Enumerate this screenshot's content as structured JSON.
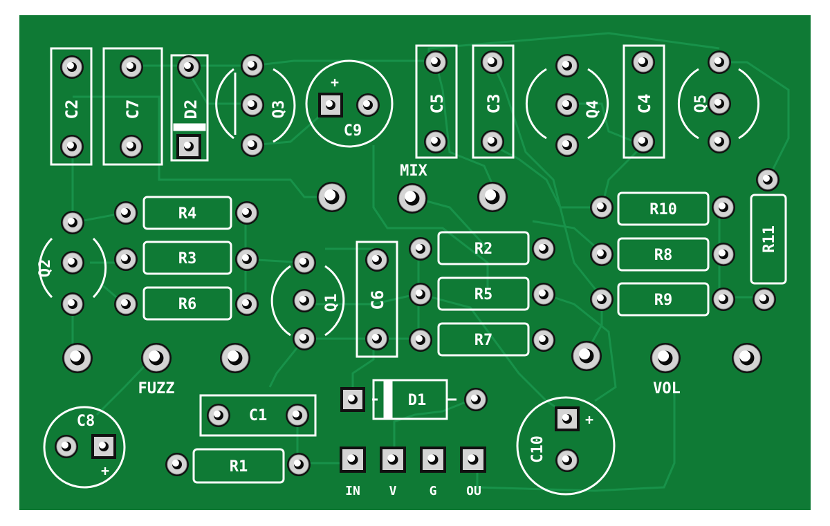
{
  "board": {
    "colors": {
      "substrate": "#0f7a35",
      "trace": "#18924a",
      "pad": "#d4d4d4",
      "pad_ring": "#9a9a9a",
      "hole": "#0a0a0a",
      "silkscreen": "#ffffff"
    },
    "components": {
      "c1": "C1",
      "c2": "C2",
      "c3": "C3",
      "c4": "C4",
      "c5": "C5",
      "c6": "C6",
      "c7": "C7",
      "c8": "C8",
      "c9": "C9",
      "c10": "C10",
      "r1": "R1",
      "r2": "R2",
      "r3": "R3",
      "r4": "R4",
      "r5": "R5",
      "r6": "R6",
      "r7": "R7",
      "r8": "R8",
      "r9": "R9",
      "r10": "R10",
      "r11": "R11",
      "q1": "Q1",
      "q2": "Q2",
      "q3": "Q3",
      "q4": "Q4",
      "q5": "Q5",
      "d1": "D1",
      "d2": "D2"
    },
    "controls": {
      "fuzz": "FUZZ",
      "mix": "MIX",
      "vol": "VOL"
    },
    "connector": {
      "in": "IN",
      "v": "V",
      "g": "G",
      "out": "OU"
    },
    "polarity": {
      "c8": "+",
      "c9": "+",
      "c10": "+"
    }
  }
}
